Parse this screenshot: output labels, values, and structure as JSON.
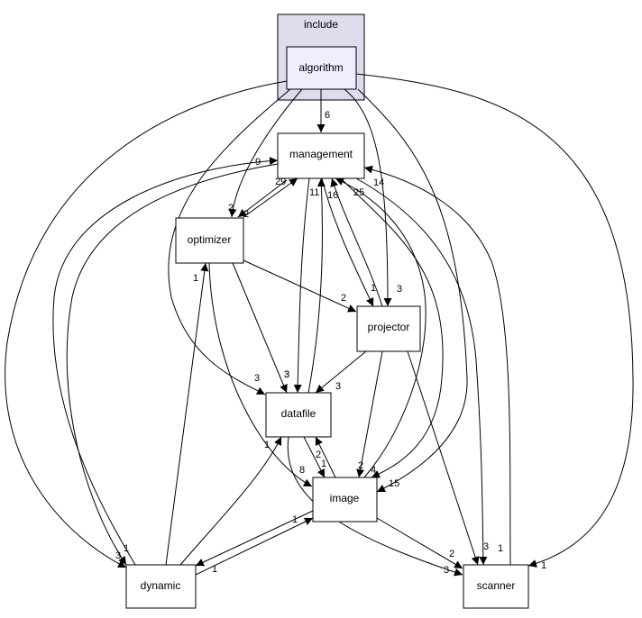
{
  "cluster": {
    "label": "include"
  },
  "nodes": {
    "algorithm": "algorithm",
    "management": "management",
    "optimizer": "optimizer",
    "projector": "projector",
    "datafile": "datafile",
    "image": "image",
    "dynamic": "dynamic",
    "scanner": "scanner"
  },
  "edges": {
    "algorithm_management": "6",
    "algorithm_optimizer": "2",
    "algorithm_projector": "3",
    "algorithm_datafile": "3",
    "algorithm_image": "15",
    "algorithm_dynamic": "3",
    "algorithm_scanner": "1",
    "management_optimizer": "2",
    "optimizer_management": "29",
    "management_projector": "1",
    "projector_management": "16",
    "management_datafile": "3",
    "datafile_management": "11",
    "management_image": "4",
    "image_management": "25",
    "management_dynamic": "1",
    "dynamic_management": "9",
    "management_scanner": "3",
    "scanner_management": "14",
    "optimizer_projector": "2",
    "optimizer_datafile": "3",
    "optimizer_image": "8",
    "dynamic_optimizer": "1",
    "projector_datafile": "3",
    "projector_image": "2",
    "projector_scanner": "1",
    "datafile_image": "2",
    "image_datafile": "1",
    "datafile_scanner": "3",
    "dynamic_datafile": "1",
    "dynamic_image": "1",
    "image_dynamic": "1",
    "image_scanner": "2"
  }
}
